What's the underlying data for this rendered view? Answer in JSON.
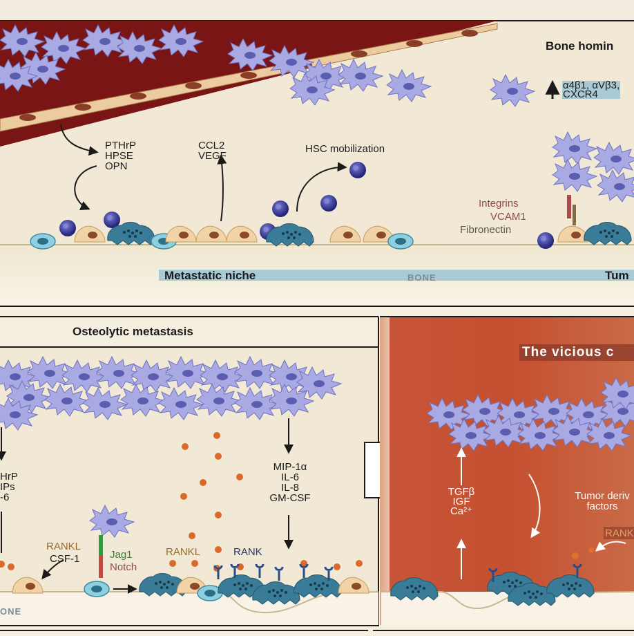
{
  "titles": {
    "bone_homing": "Bone homin",
    "metastatic_niche": "Metastatic niche",
    "tumor": "Tum",
    "osteolytic": "Osteolytic metastasis",
    "vicious_cycle": "The vicious c",
    "bone_top": "BONE",
    "bone_bottom": "ONE"
  },
  "top_panel": {
    "integrins_upreg_line1": "α4β1, αVβ3,",
    "integrins_upreg_line2": "CXCR4",
    "pthrp_line1": "PTHrP",
    "pthrp_line2": "HPSE",
    "pthrp_line3": "OPN",
    "ccl2_line1": "CCL2",
    "ccl2_line2": "VEGF",
    "hsc": "HSC mobilization",
    "integrins": "Integrins",
    "vcam1": "VCAM1",
    "fibronectin": "Fibronectin"
  },
  "bottom_left": {
    "left_line1": "HrP",
    "left_line2": "IPs",
    "left_line3": "-6",
    "mip_line1": "MIP-1α",
    "mip_line2": "IL-6",
    "mip_line3": "IL-8",
    "mip_line4": "GM-CSF",
    "rankl": "RANKL",
    "csf1": "CSF-1",
    "jag1": "Jag1",
    "notch": "Notch",
    "rankl2": "RANKL",
    "rank": "RANK"
  },
  "bottom_right": {
    "tgf_line1": "TGFβ",
    "tgf_line2": "IGF",
    "tgf_line3": "Ca²⁺",
    "tumor_line1": "Tumor deriv",
    "tumor_line2": "factors",
    "rank_partial": "RANK"
  }
}
